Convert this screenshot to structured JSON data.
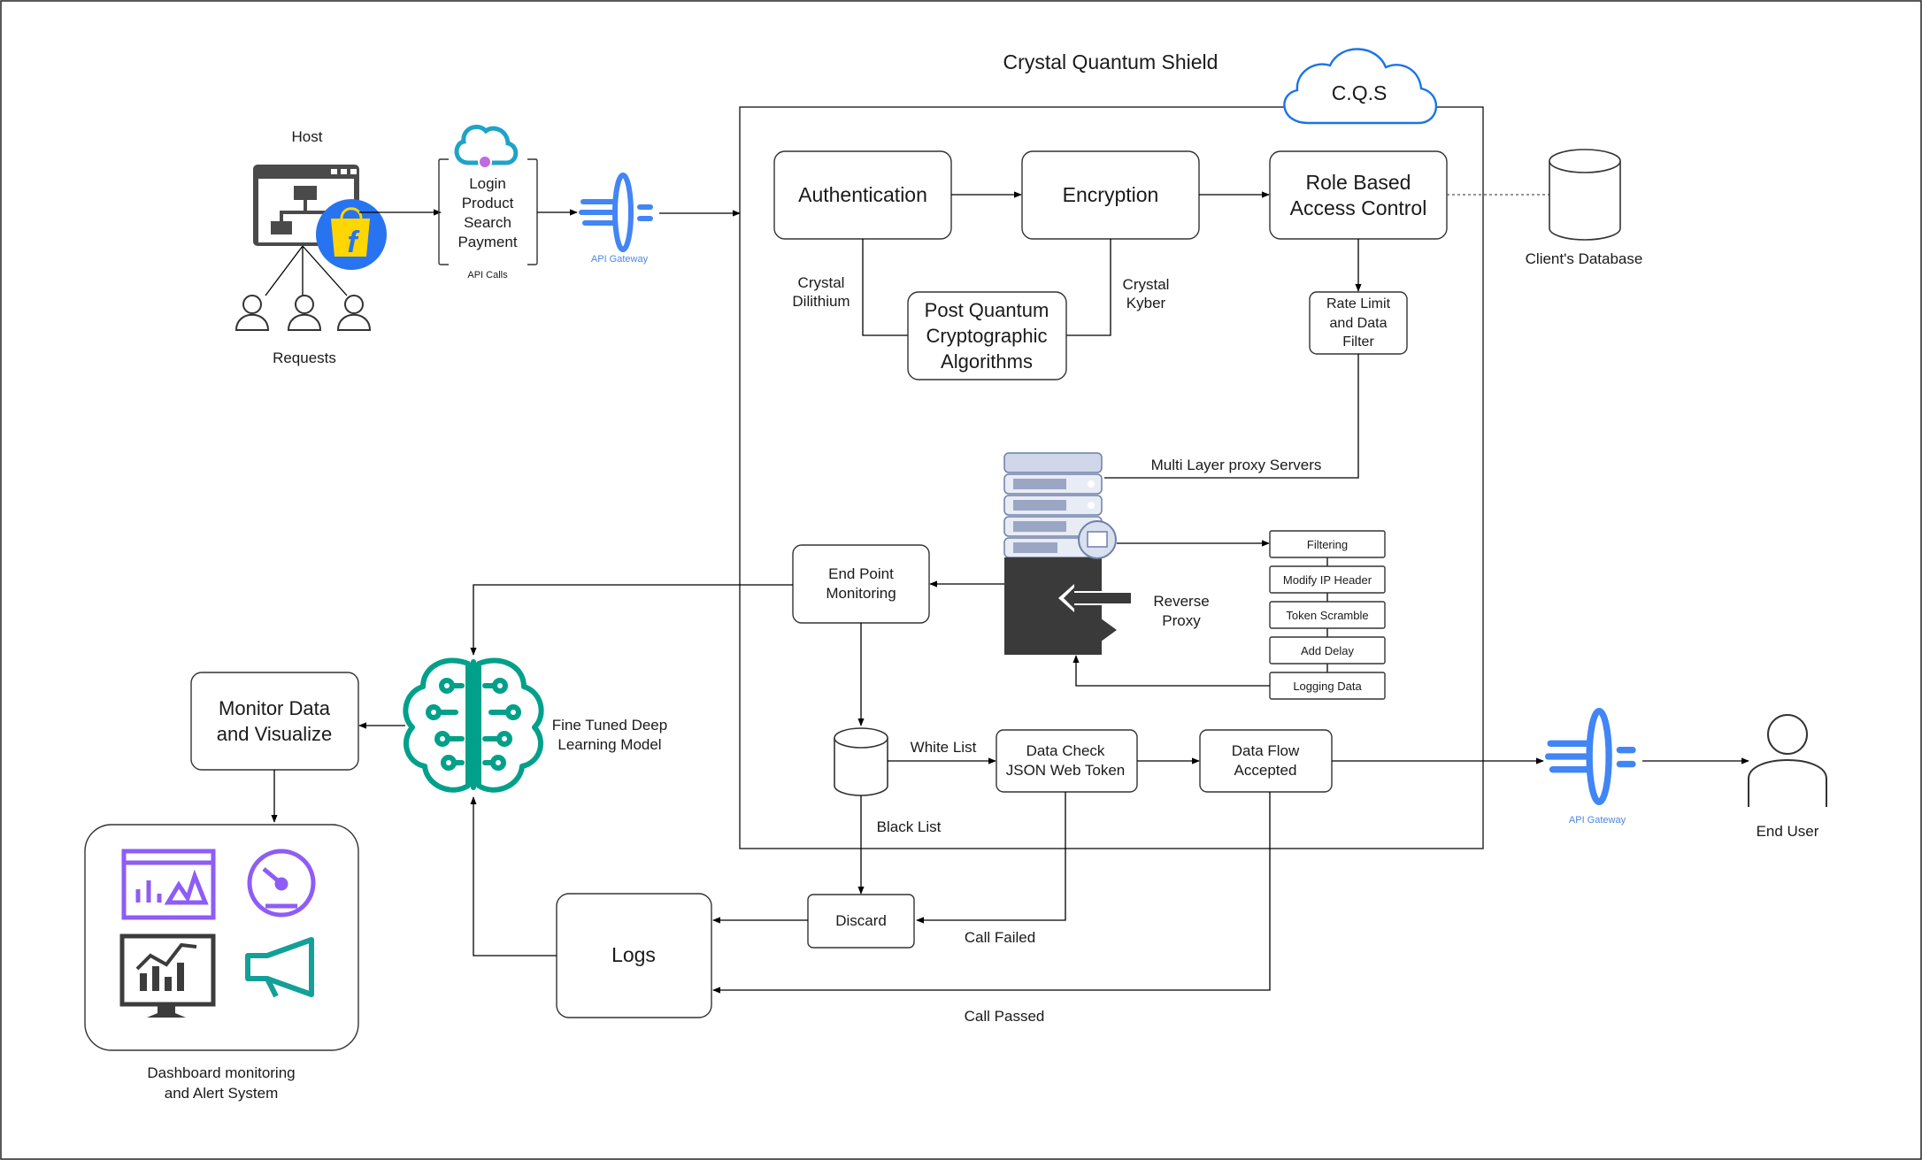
{
  "title": "Crystal Quantum Shield",
  "cloud_label": "C.Q.S",
  "host": {
    "label": "Host",
    "requests_label": "Requests"
  },
  "api_calls": {
    "items": [
      "Login",
      "Product",
      "Search",
      "Payment"
    ],
    "caption": "API Calls"
  },
  "api_gateway_label": "API Gateway",
  "security": {
    "authentication": "Authentication",
    "encryption": "Encryption",
    "rbac": [
      "Role Based",
      "Access Control"
    ],
    "pqc": [
      "Post Quantum",
      "Cryptographic",
      "Algorithms"
    ],
    "dilithium": [
      "Crystal",
      "Dilithium"
    ],
    "kyber": [
      "Crystal",
      "Kyber"
    ],
    "rate_limit": [
      "Rate Limit",
      "and Data",
      "Filter"
    ]
  },
  "database_label": "Client's Database",
  "proxy": {
    "multi_layer": "Multi Layer proxy Servers",
    "reverse_proxy": [
      "Reverse",
      "Proxy"
    ],
    "steps": [
      "Filtering",
      "Modify IP Header",
      "Token Scramble",
      "Add Delay",
      "Logging Data"
    ]
  },
  "endpoint_monitoring": [
    "End Point",
    "Monitoring"
  ],
  "lists": {
    "white": "White List",
    "black": "Black List"
  },
  "data_check": [
    "Data Check",
    "JSON Web Token"
  ],
  "data_flow": [
    "Data Flow",
    "Accepted"
  ],
  "end_user": "End User",
  "discard": "Discard",
  "logs": "Logs",
  "call_failed": "Call Failed",
  "call_passed": "Call Passed",
  "model_label": [
    "Fine Tuned Deep",
    "Learning Model"
  ],
  "monitor": [
    "Monitor Data",
    "and Visualize"
  ],
  "dashboard_label": [
    "Dashboard monitoring",
    "and Alert System"
  ],
  "colors": {
    "gateway_blue": "#4285f4",
    "brain_teal": "#00a08a",
    "cloud_blue": "#1a73e8",
    "purple": "#8e5cf6",
    "teal_icon": "#12a098",
    "dark_icon": "#3c3c3c",
    "flipkart_blue": "#2874f0",
    "flipkart_yellow": "#ffd600"
  }
}
